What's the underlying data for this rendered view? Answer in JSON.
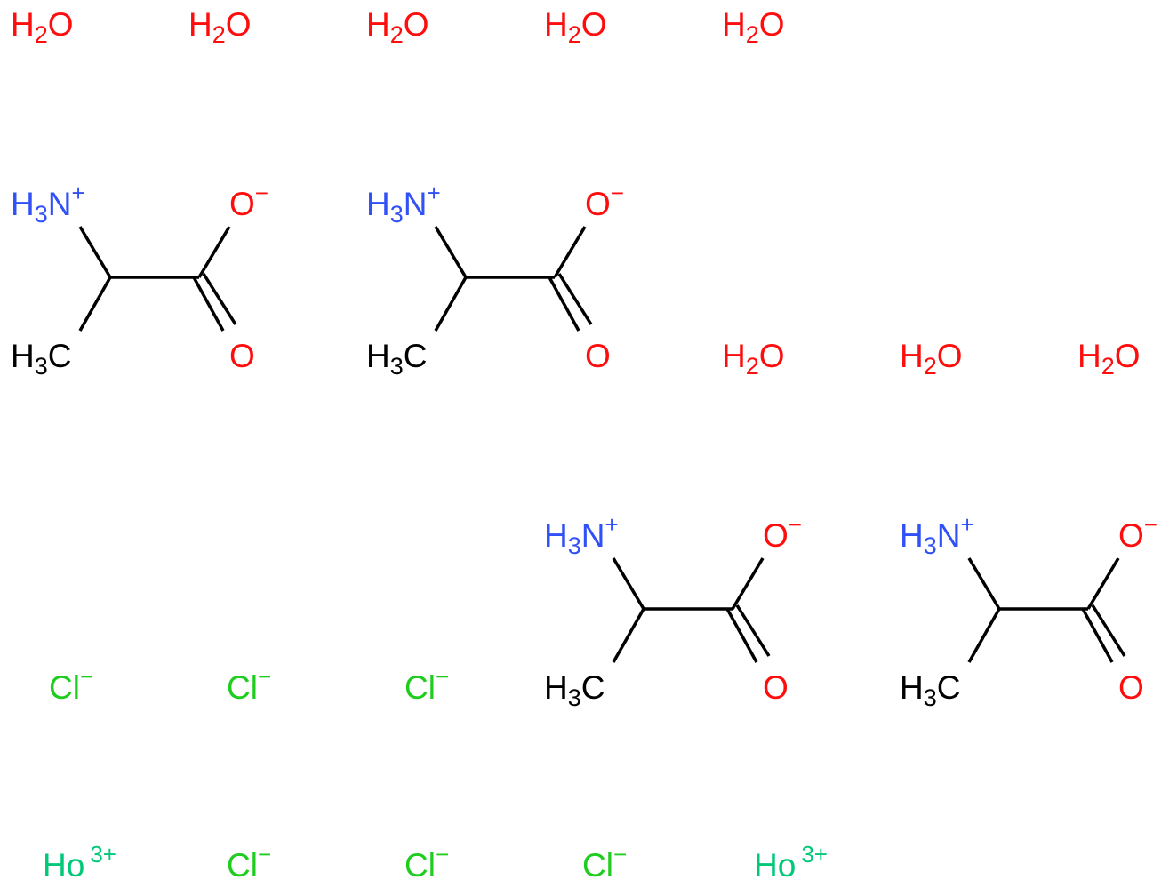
{
  "colors": {
    "oxygen": "#ff0d0d",
    "nitrogen": "#3050f8",
    "carbon": "#000000",
    "chlorine": "#1fcc1f",
    "holmium": "#00c878"
  },
  "water": {
    "main": "H",
    "sub": "2",
    "tail": "O",
    "count": 8
  },
  "alanine": {
    "count": 4,
    "ammonium": {
      "main": "H",
      "sub": "3",
      "tail": "N",
      "charge": "+"
    },
    "methyl": {
      "main": "H",
      "sub": "3",
      "tail": "C"
    },
    "carboxylate_o": {
      "main": "O",
      "charge": "−"
    },
    "carbonyl_o": {
      "main": "O"
    }
  },
  "chloride": {
    "main": "Cl",
    "charge": "−",
    "count": 6
  },
  "holmium": {
    "main": "Ho",
    "charge": "3+",
    "count": 2
  }
}
